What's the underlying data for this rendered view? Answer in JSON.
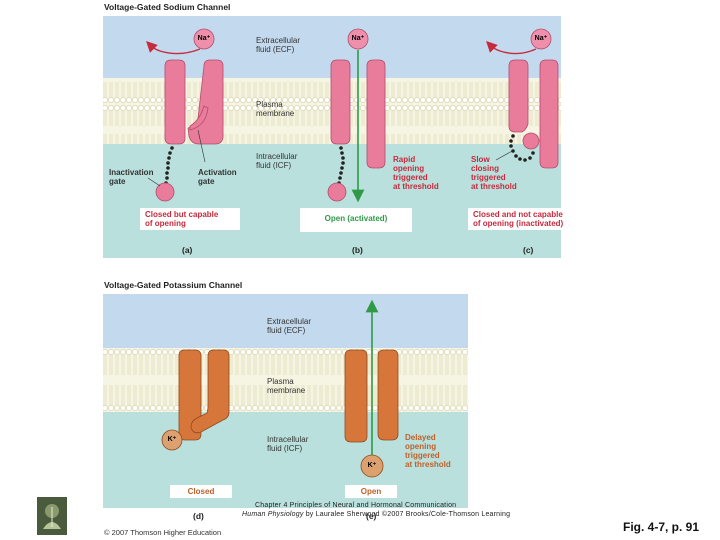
{
  "figure": {
    "sodium_title": "Voltage-Gated Sodium Channel",
    "potassium_title": "Voltage-Gated Potassium Channel",
    "ion_na": "Na⁺",
    "ion_k": "K⁺",
    "sodium_labels": {
      "ecf": [
        "Extracellular",
        "fluid (ECF)"
      ],
      "membrane": [
        "Plasma",
        "membrane"
      ],
      "icf": [
        "Intracellular",
        "fluid (ICF)"
      ],
      "inactivation_gate": [
        "Inactivation",
        "gate"
      ],
      "activation_gate": [
        "Activation",
        "gate"
      ],
      "rapid_opening": [
        "Rapid",
        "opening",
        "triggered",
        "at threshold"
      ],
      "slow_closing": [
        "Slow",
        "closing",
        "triggered",
        "at threshold"
      ]
    },
    "sodium_captions": {
      "a": [
        "Closed but capable",
        "of opening"
      ],
      "b": [
        "Open (activated)"
      ],
      "c": [
        "Closed and not capable",
        "of opening (inactivated)"
      ]
    },
    "sodium_parts": {
      "a": "(a)",
      "b": "(b)",
      "c": "(c)"
    },
    "potassium_labels": {
      "ecf": [
        "Extracellular",
        "fluid (ECF)"
      ],
      "membrane": [
        "Plasma",
        "membrane"
      ],
      "icf": [
        "Intracellular",
        "fluid (ICF)"
      ],
      "delayed_opening": [
        "Delayed",
        "opening",
        "triggered",
        "at threshold"
      ]
    },
    "potassium_captions": {
      "d_closed": "Closed",
      "e_open": "Open"
    },
    "potassium_parts": {
      "d": "(d)",
      "e": "(e)"
    },
    "copyright": "© 2007 Thomson Higher Education"
  },
  "footer": {
    "chapter": "Chapter 4 Principles of Neural and Hormonal Communication",
    "book_title": "Human Physiology",
    "book_rest": " by Lauralee Sherwood ©2007 Brooks/Cole-Thomson Learning",
    "fig_ref": "Fig. 4-7, p. 91"
  },
  "colors": {
    "ecf": "#c3d9ee",
    "icf": "#b9e0dc",
    "membrane": "#f3f1de",
    "sodium_channel": "#e97b9b",
    "potassium_channel": "#d6763a",
    "arrow_red": "#c62a3d",
    "arrow_green": "#2f9a46"
  }
}
